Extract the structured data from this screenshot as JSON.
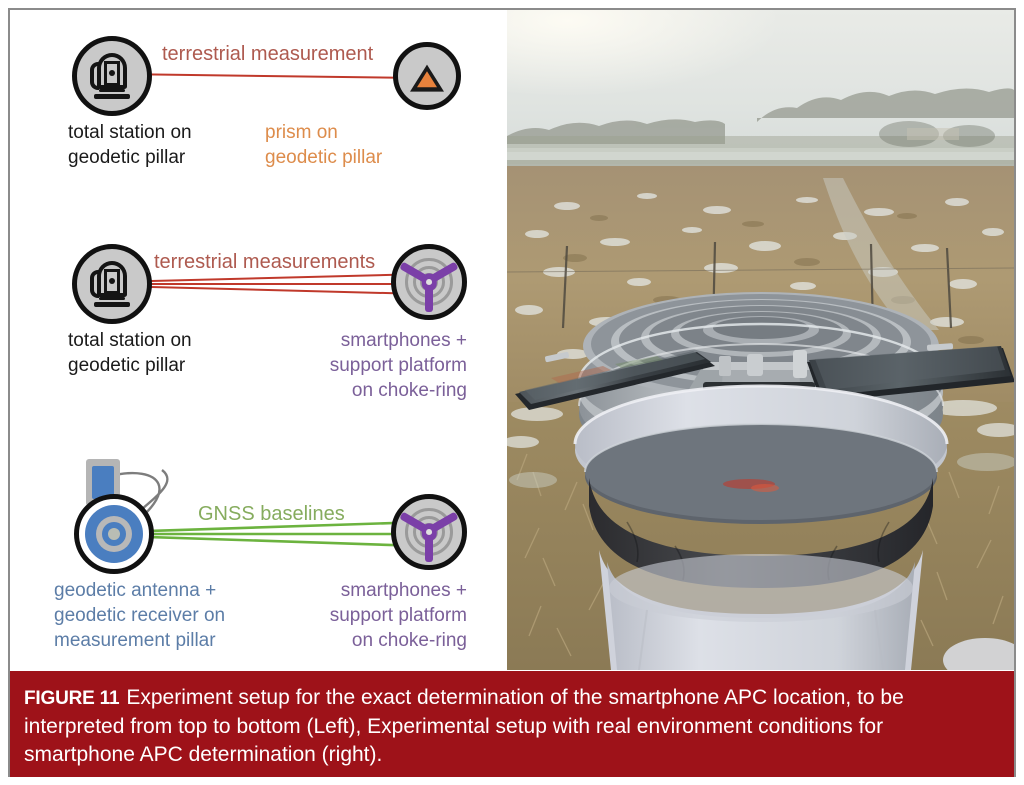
{
  "figure": {
    "caption_tag": "FIGURE 11",
    "caption_text": "Experiment setup for the exact determination of the smartphone APC location, to be interpreted from top to bottom (Left), Experimental setup with real environment conditions for smartphone APC determination (right).",
    "caption_bar_color": "#9e1219",
    "border_color": "#8b8b8b"
  },
  "diagram": {
    "rows": [
      {
        "id": "row-terrestrial-prism",
        "link_label": "terrestrial measurement",
        "link_color": "#c0392b",
        "link_label_color": "#ae5a4f",
        "link_count": 1,
        "left_node": {
          "icon": "total-station-icon",
          "label": "total station on\ngeodetic pillar",
          "label_color": "#1a1a1a"
        },
        "right_node": {
          "icon": "prism-icon",
          "label": "prism on\ngeodetic pillar",
          "label_color": "#dd8c4b"
        }
      },
      {
        "id": "row-terrestrial-smartphones",
        "link_label": "terrestrial measurements",
        "link_color": "#c0392b",
        "link_label_color": "#ae5a4f",
        "link_count": 3,
        "left_node": {
          "icon": "total-station-icon",
          "label": "total station on\ngeodetic pillar",
          "label_color": "#1a1a1a"
        },
        "right_node": {
          "icon": "choke-ring-smartphones-icon",
          "label": "smartphones +\nsupport platform\non choke-ring",
          "label_color": "#7b6099"
        }
      },
      {
        "id": "row-gnss-baselines",
        "link_label": "GNSS baselines",
        "link_color": "#6cb33f",
        "link_label_color": "#86ac5e",
        "link_count": 3,
        "left_node": {
          "icon": "geodetic-antenna-icon",
          "aux_icon": "geodetic-receiver-icon",
          "label": "geodetic antenna +\ngeodetic receiver on\nmeasurement pillar",
          "label_color": "#5c7da7"
        },
        "right_node": {
          "icon": "choke-ring-smartphones-icon",
          "label": "smartphones +\nsupport platform\non choke-ring",
          "label_color": "#7b6099"
        }
      }
    ],
    "palette": {
      "icon_outline": "#111111",
      "icon_fill": "#c9c9c9",
      "prism_orange": "#e8823c",
      "antenna_blue": "#4a7ec0",
      "spoke_purple": "#7b3fa8"
    }
  },
  "photo": {
    "alt": "Choke-ring GNSS antenna on a white concrete measurement pillar with three smartphones mounted on a metal support platform, winter field and tree line in the background",
    "sky_color": "#d8dcd9",
    "field_color": "#a8916a",
    "pillar_color": "#d2d4dd",
    "choke_ring_color": "#9aa0a6",
    "phone_color": "#2e3338"
  }
}
